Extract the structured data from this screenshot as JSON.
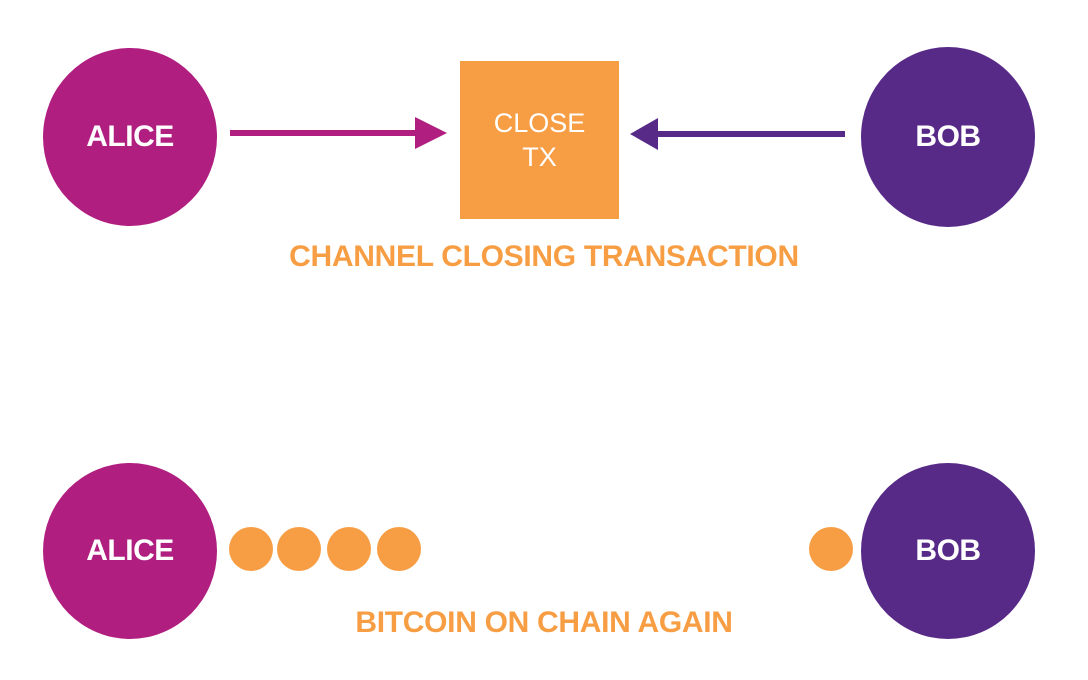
{
  "colors": {
    "alice": "#b01e80",
    "bob": "#572a88",
    "accent": "#f79e44",
    "background": "#ffffff"
  },
  "top_section": {
    "alice_label": "ALICE",
    "bob_label": "BOB",
    "close_tx_line1": "CLOSE",
    "close_tx_line2": "TX",
    "caption": "CHANNEL CLOSING TRANSACTION",
    "arrows": [
      {
        "from": "ALICE",
        "to": "CLOSE TX",
        "color": "#b01e80"
      },
      {
        "from": "BOB",
        "to": "CLOSE TX",
        "color": "#572a88"
      }
    ]
  },
  "bottom_section": {
    "alice_label": "ALICE",
    "bob_label": "BOB",
    "alice_coins": 4,
    "bob_coins": 1,
    "caption": "BITCOIN ON CHAIN AGAIN"
  }
}
